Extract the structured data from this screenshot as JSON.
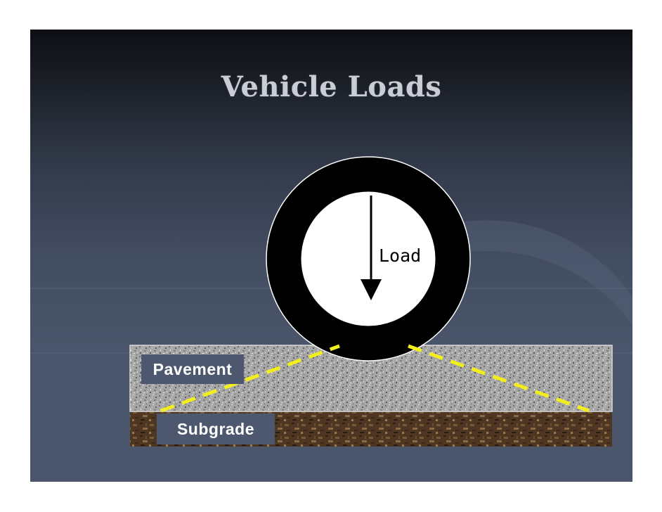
{
  "slide": {
    "title": "Vehicle Loads"
  },
  "diagram": {
    "load_label": "Load",
    "pavement_label": "Pavement",
    "subgrade_label": "Subgrade"
  },
  "colors": {
    "background_top": "#0d0f14",
    "background_bottom": "#4b566d",
    "tire": "#000000",
    "rim": "#ffffff",
    "pavement": "#a9a9a9",
    "subgrade": "#5a4128",
    "load_path": "#f2ee1e",
    "label_box": "#4d586f"
  }
}
